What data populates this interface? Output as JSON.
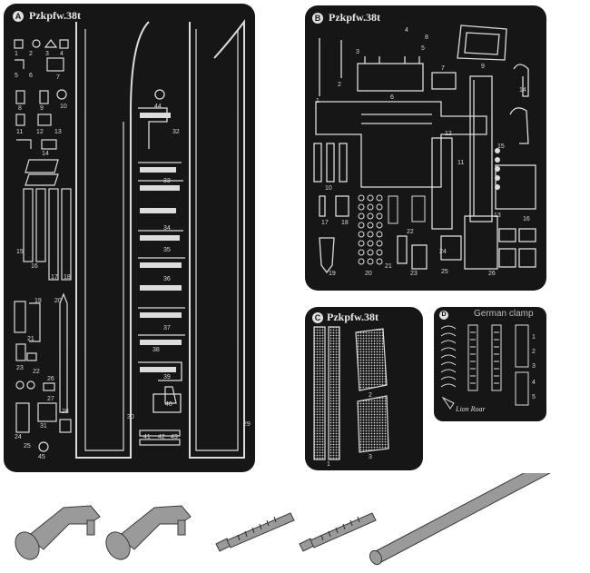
{
  "fret_a": {
    "badge": "A",
    "title": "Pzkpfw.38t",
    "part_numbers": [
      "1",
      "2",
      "3",
      "4",
      "5",
      "6",
      "7",
      "8",
      "9",
      "10",
      "11",
      "12",
      "13",
      "14",
      "15",
      "16",
      "17",
      "18",
      "19",
      "20",
      "21",
      "22",
      "23",
      "24",
      "25",
      "26",
      "27",
      "28",
      "29",
      "30",
      "31",
      "32",
      "33",
      "34",
      "35",
      "36",
      "37",
      "38",
      "39",
      "40",
      "41",
      "42",
      "43",
      "44",
      "45"
    ]
  },
  "fret_b": {
    "badge": "B",
    "title": "Pzkpfw.38t",
    "part_numbers": [
      "1",
      "2",
      "3",
      "4",
      "5",
      "6",
      "7",
      "8",
      "9",
      "10",
      "11",
      "12",
      "13",
      "14",
      "15",
      "16",
      "17",
      "18",
      "19",
      "20",
      "21",
      "22",
      "23",
      "24",
      "25",
      "26"
    ]
  },
  "fret_c": {
    "badge": "C",
    "title": "Pzkpfw.38t",
    "part_numbers": [
      "1",
      "2",
      "3"
    ]
  },
  "fret_d": {
    "badge": "D",
    "title": "German clamp",
    "brand": "Lion Roar",
    "part_numbers": [
      "1",
      "2",
      "3",
      "4",
      "5"
    ]
  },
  "colors": {
    "fret_background": "#161616",
    "etch_lines": "#dcdcdc",
    "page_background": "#ffffff",
    "metal_parts": "#9a9a9a"
  }
}
